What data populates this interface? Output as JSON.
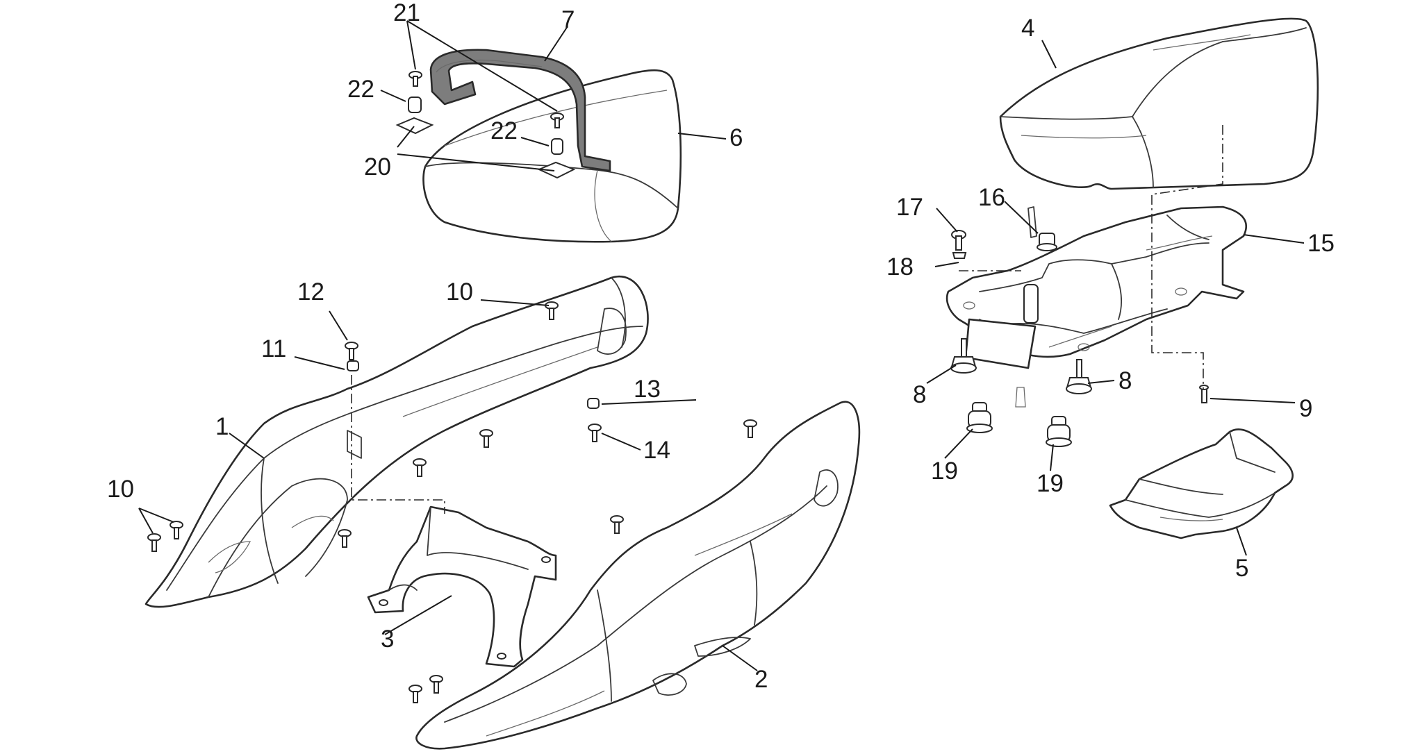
{
  "callouts": {
    "c1": "1",
    "c2": "2",
    "c3": "3",
    "c4": "4",
    "c5": "5",
    "c6": "6",
    "c7": "7",
    "c8a": "8",
    "c8b": "8",
    "c9": "9",
    "c10a": "10",
    "c10b": "10",
    "c11": "11",
    "c12": "12",
    "c13": "13",
    "c14": "14",
    "c15": "15",
    "c16": "16",
    "c17": "17",
    "c18": "18",
    "c19a": "19",
    "c19b": "19",
    "c20": "20",
    "c21": "21",
    "c22a": "22",
    "c22b": "22"
  },
  "colors": {
    "line": "#2a2a2a",
    "grab_handle_fill": "#7d7d7d",
    "background": "#ffffff"
  }
}
